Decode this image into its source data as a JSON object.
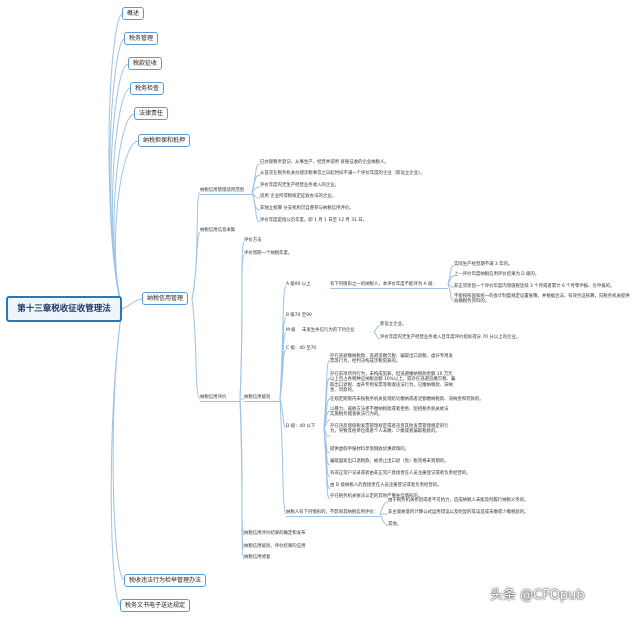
{
  "root": "第十三章税收征收管理法",
  "top_branches": [
    "概述",
    "税务管理",
    "税款征收",
    "税务检查",
    "法律责任",
    "纳税担保和抵押",
    "纳税信用管理",
    "税收违法行为检举管理办法",
    "税务文书电子送达规定"
  ],
  "credit": {
    "scope_title": "纳税信用管理适用范围",
    "scope_items": [
      "已办理税务登记、从事生产、经营并适用 查账征收的企业纳税人。",
      "从首次在税务机关办理涉税事宜之日起时间不满一个评价年度的企业（新设立企业）。",
      "评价年度内无生产经营业务收入的企业。",
      "适用 企业所得税核定征收办法的企业。",
      "非独立核算 分支机构可自愿参与纳税信用评价。",
      "评价年度是指公历年度，即 1 月 1 日至 12 月 31 日。"
    ],
    "collect_title": "纳税信用信息采集",
    "eval_title": "纳税信用评价",
    "eval_method": "评价方法",
    "eval_once": "评价周期一个纳税年度。",
    "levels_title": "纳税信用级别",
    "level_a": "A 级90 以上",
    "level_a_cond": "有下列情形之一的纳税人，本评价年度不能评为 A 级：",
    "level_a_items": [
      "实际生产经营期不满 3 年的。",
      "上一评价年度纳税信用评价结果为 D 级的。",
      "非正常原因一个评价年度内增值税连续 3 个月或者累计 6 个月零申报、负申报的。",
      "不能按照国家统一的会计制度规定设置账簿，并根据合法、有效凭证核算，向税务机关提供准确税务资料的。"
    ],
    "level_b": "B 级70 至90",
    "level_m": "M 级",
    "level_m_cond": "未发生失信行为的下列企业",
    "level_m_items": [
      "新设立企业。",
      "评价年度内无生产经营业务收入且年度评价指标得分 70 分以上的企业。"
    ],
    "level_c": "C 级：40 至70",
    "level_d": "D 级：40 以下",
    "level_d_items": [
      "存在逃避缴纳税款、逃避追缴欠税、骗取出口退税、虚开专用发票等行为，经判决构成涉税犯罪的。",
      "存在前项所列行为，未构成犯罪，但逃避缴纳税款金额 10 万元以上且占各税种应纳税总额 10%以上，或存在逃避追缴欠税、骗取出口退税、虚开专用发票等税收违法行为，已缴纳税款、滞纳金、罚款的。",
      "在规定期限内未按税务机关处理结论缴纳或者足额缴纳税款、滞纳金和罚款的。",
      "以暴力、威胁方法拒不缴纳税款或者拒绝、阻挠税务机关依法实施税务稽查执法行为的。",
      "存在违反增值税发票管理规定或者违反其他发票管理规定的行为，导致其他单位或者个人未缴、少缴或者骗取税款的。",
      "提供虚假申报材料享受税收优惠政策的。",
      "骗取国家出口退税款，被停止出口退（免）税资格未到期的。",
      "有非正常户记录或者由非正常户直接责任人员注册登记或者负责经营的。",
      "由 D 级纳税人的直接责任人员注册登记或者负责经营的。",
      "存在税务机关依法认定的其他严重失信情形的。"
    ],
    "adjust_cond": "纳税人有下列情形的，不影响其纳税信用评价：",
    "adjust_items": [
      "由于税务机关原因或者不可抗力，造成纳税人未能及时履行纳税义务的。",
      "非主观故意的计算公式运用错误以及明显的笔误造成未缴或少缴税款的。",
      "其他。"
    ],
    "publish": "纳税信用评价结果的确定和发布",
    "use": "纳税信用级别、评价结果的应用",
    "repair": "纳税信用修复"
  },
  "watermark": "头条 @CFOpub"
}
